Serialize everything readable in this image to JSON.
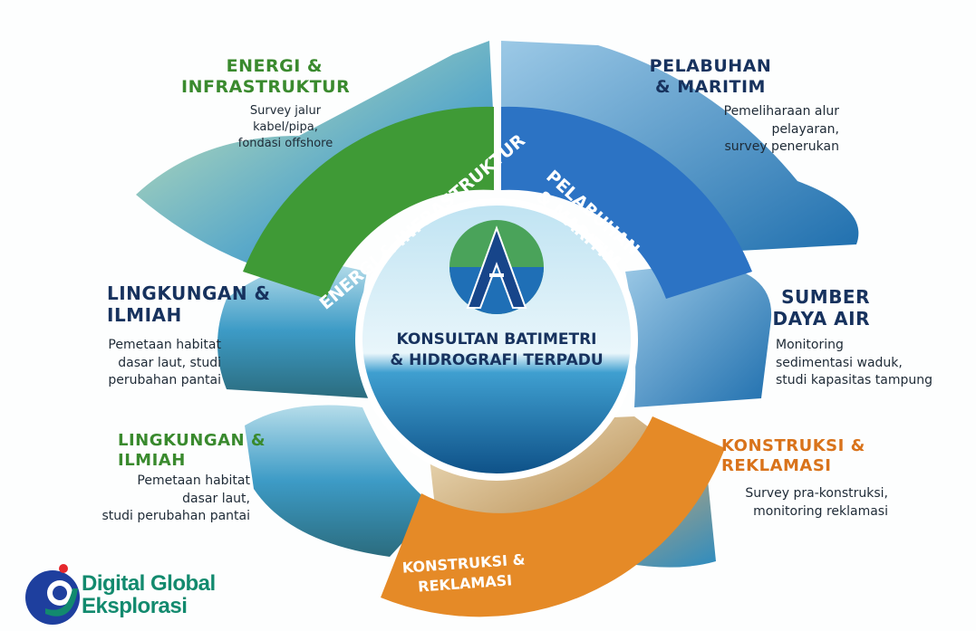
{
  "center": {
    "title_line1": "KONSULTAN BATIMETRI",
    "title_line2": "& HIDROGRAFI TERPADU",
    "logo_icon": "compass-globe-icon"
  },
  "ring": [
    {
      "label": "ENERGI & INFRASTRUKTUR",
      "color": "#3f9a36"
    },
    {
      "label_line1": "PELABUHAN",
      "label_line2": "& MARITIM",
      "color": "#2c73c4"
    },
    {
      "label_line1": "KONSTRUKSI &",
      "label_line2": "REKLAMASI",
      "color": "#e58a27"
    }
  ],
  "sections": {
    "energi": {
      "title_line1": "ENERGI &",
      "title_line2": "INFRASTRUKTUR",
      "desc_line1": "Survey jalur kabel/pipa,",
      "desc_line2": "fondasi offshore"
    },
    "pelabuhan": {
      "title_line1": "PELABUHAN",
      "title_line2": "& MARITIM",
      "desc_line1": "Pemeliharaan alur",
      "desc_line2": "pelayaran,",
      "desc_line3": "survey penerukan"
    },
    "lingkungan_1": {
      "title_line1": "LINGKUNGAN &",
      "title_line2": "ILMIAH",
      "desc_line1": "Pemetaan habitat",
      "desc_line2": "dasar laut, studi",
      "desc_line3": "perubahan pantai"
    },
    "sumber_daya_air": {
      "title_line1": "SUMBER",
      "title_line2": "DAYA AIR",
      "desc_line1": "Monitoring",
      "desc_line2": "sedimentasi waduk,",
      "desc_line3": "studi kapasitas tampung"
    },
    "lingkungan_2": {
      "title_line1": "LINGKUNGAN &",
      "title_line2": "ILMIAH",
      "desc_line1": "Pemetaan habitat",
      "desc_line2": "dasar laut,",
      "desc_line3": "studi perubahan pantai"
    },
    "konstruksi": {
      "title_line1": "KONSTRUKSI &",
      "title_line2": "REKLAMASI",
      "desc_line1": "Survey pra-konstruksi,",
      "desc_line2": "monitoring reklamasi"
    }
  },
  "brand": {
    "name_line1": "Digital Global",
    "name_line2": "Eksplorasi",
    "color": "#128a6e"
  }
}
